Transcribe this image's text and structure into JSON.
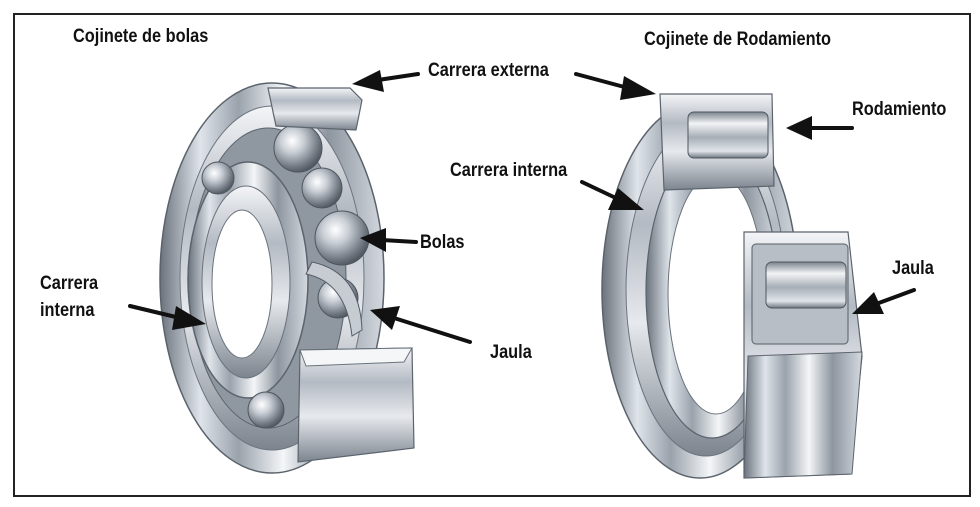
{
  "titles": {
    "ball_bearing": "Cojinete de bolas",
    "roller_bearing": "Cojinete de Rodamiento"
  },
  "labels": {
    "outer_race": "Carrera externa",
    "balls": "Bolas",
    "cage_left": "Jaula",
    "inner_race_left": "Carrera interna",
    "inner_race_right": "Carrera interna",
    "roller": "Rodamiento",
    "cage_right": "Jaula"
  },
  "colors": {
    "metal_light": "#eef1f4",
    "metal_mid": "#b7bdc6",
    "metal_dark": "#5d6570",
    "arrow": "#111111"
  }
}
